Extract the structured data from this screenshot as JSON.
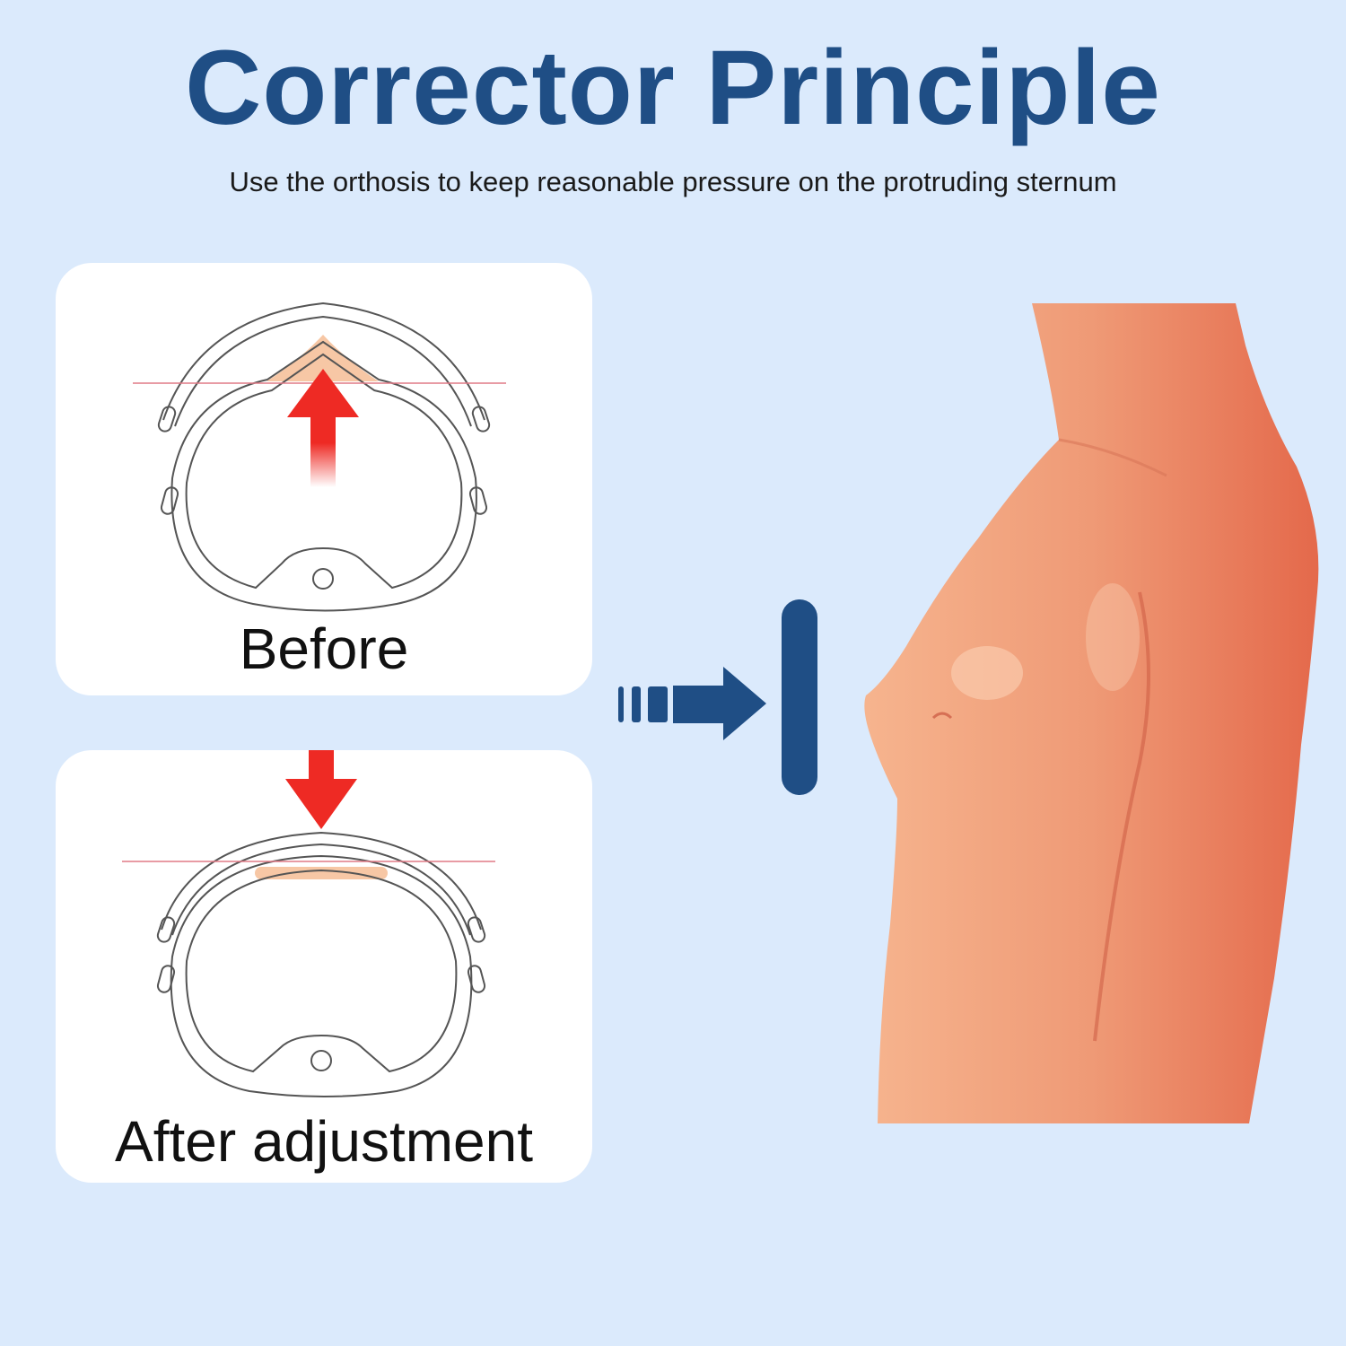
{
  "header": {
    "title": "Corrector Principle",
    "subtitle": "Use the orthosis to keep reasonable pressure on the protruding sternum"
  },
  "panels": {
    "before_label": "Before",
    "after_label": "After adjustment"
  },
  "colors": {
    "background": "#dbeafc",
    "title": "#1f4e85",
    "accent_blue": "#1f4e85",
    "arrow_red": "#ee2a24",
    "sternum_pad": "#f7c7a5",
    "reference_line": "#e07a86"
  },
  "icons": {
    "push_arrow": "right-arrow-icon",
    "plate": "pressure-plate-icon",
    "up_arrow": "up-arrow-icon",
    "down_arrow": "down-arrow-icon"
  }
}
